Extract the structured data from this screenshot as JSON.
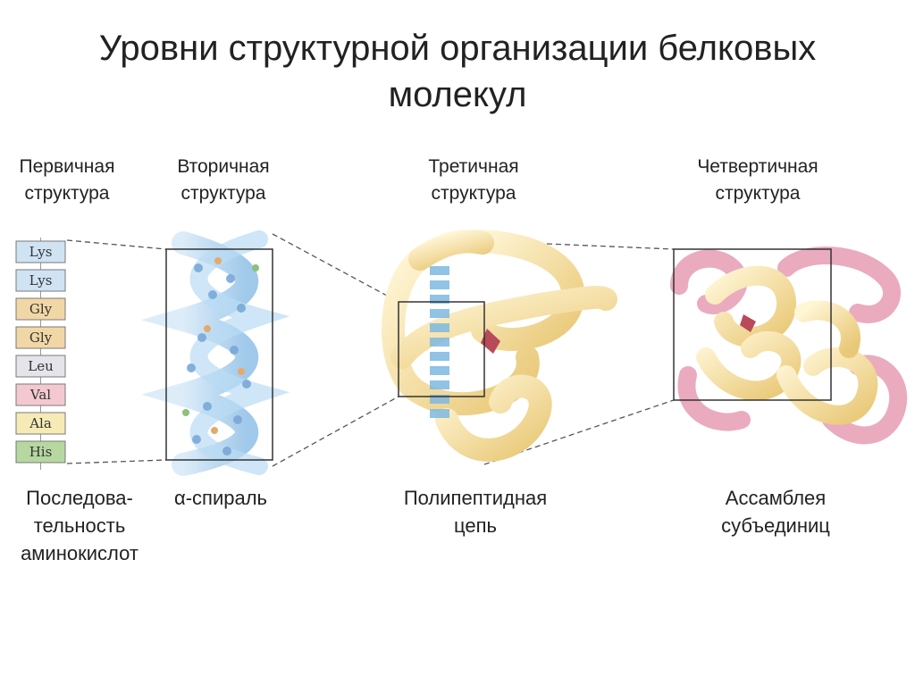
{
  "title_line1": "Уровни структурной организации белковых",
  "title_line2": "молекул",
  "stages": [
    {
      "title_l1": "Первичная",
      "title_l2": "структура",
      "caption_l1": "Последова-",
      "caption_l2": "тельность",
      "caption_l3": "аминокислот"
    },
    {
      "title_l1": "Вторичная",
      "title_l2": "структура",
      "caption_l1": "α-спираль"
    },
    {
      "title_l1": "Третичная",
      "title_l2": "структура",
      "caption_l1": "Полипептидная",
      "caption_l2": "цепь"
    },
    {
      "title_l1": "Четвертичная",
      "title_l2": "структура",
      "caption_l1": "Ассамблея",
      "caption_l2": "субъединиц"
    }
  ],
  "amino_acids": [
    {
      "name": "Lys",
      "color": "#cfe3f3"
    },
    {
      "name": "Lys",
      "color": "#cfe3f3"
    },
    {
      "name": "Gly",
      "color": "#f2d7a6"
    },
    {
      "name": "Gly",
      "color": "#f2d7a6"
    },
    {
      "name": "Leu",
      "color": "#e4e4ea"
    },
    {
      "name": "Val",
      "color": "#f3c9cf"
    },
    {
      "name": "Ala",
      "color": "#f6ebb6"
    },
    {
      "name": "His",
      "color": "#b7d7a0"
    }
  ],
  "colors": {
    "helix": "#a8cdec",
    "tertiary": "#f3dd9c",
    "quaternary_pink": "#e8a3b9",
    "connector": "#555555"
  }
}
